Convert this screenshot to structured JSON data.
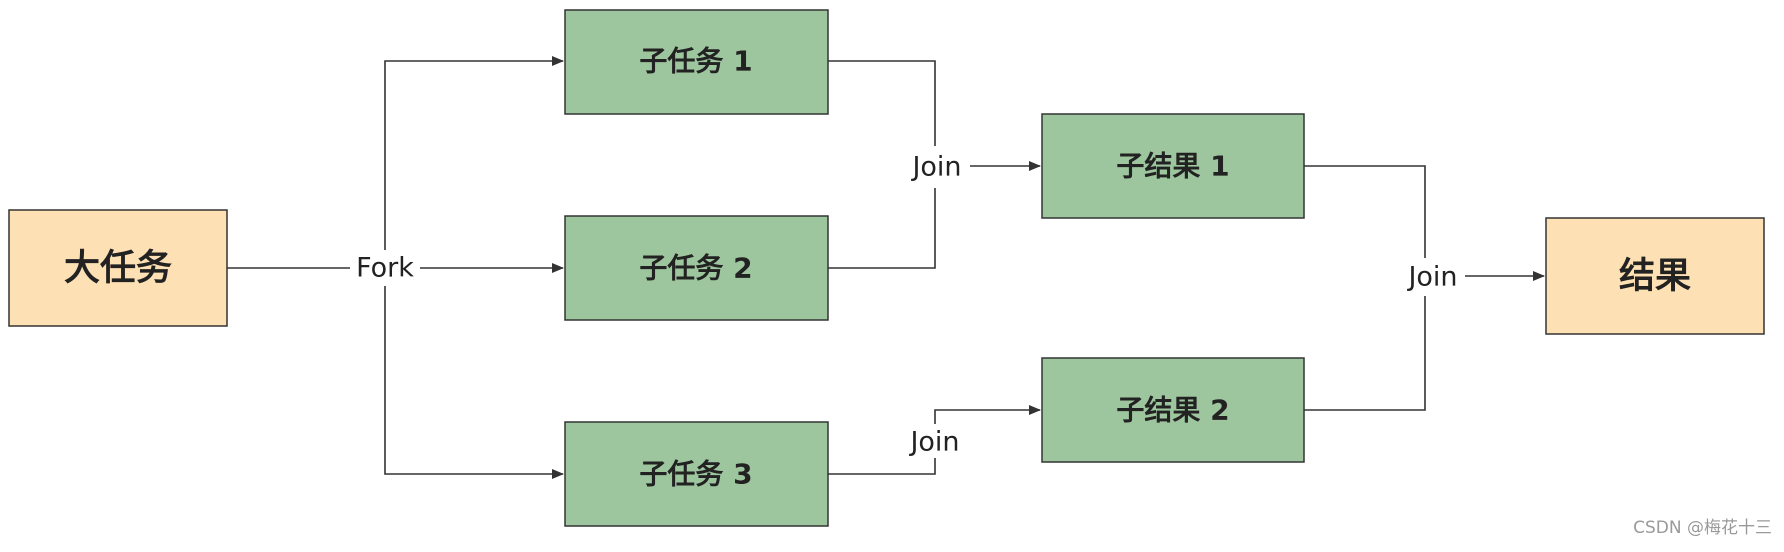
{
  "diagram": {
    "nodes": {
      "big_task": "大任务",
      "subtask_1": "子任务 1",
      "subtask_2": "子任务 2",
      "subtask_3": "子任务 3",
      "subresult_1": "子结果 1",
      "subresult_2": "子结果 2",
      "result": "结果"
    },
    "connectors": {
      "fork": "Fork",
      "join_1": "Join",
      "join_2": "Join",
      "join_final": "Join"
    },
    "colors": {
      "task_fill": "#9dc69e",
      "endpoint_fill": "#fde0b3",
      "stroke": "#333333"
    }
  },
  "watermark": "CSDN @梅花十三"
}
